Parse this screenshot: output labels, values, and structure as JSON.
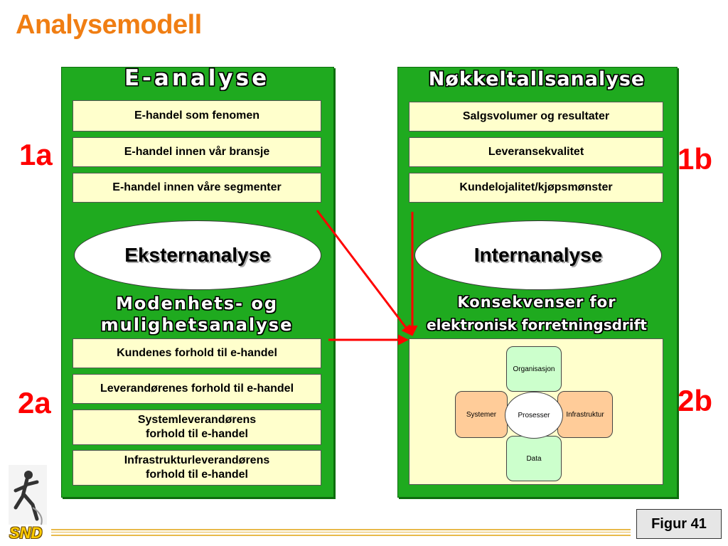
{
  "title": "Analysemodell",
  "left_panel": {
    "heading": "E-analyse",
    "top_boxes": [
      "E-handel som fenomen",
      "E-handel innen vår bransje",
      "E-handel innen våre segmenter"
    ],
    "ellipse": "Eksternanalyse",
    "subheading_line1": "Modenhets- og",
    "subheading_line2": "mulighetsanalyse",
    "bottom_boxes": [
      {
        "line1": "Kundenes forhold til e-handel",
        "line2": ""
      },
      {
        "line1": "Leverandørenes forhold til e-handel",
        "line2": ""
      },
      {
        "line1": "Systemleverandørens",
        "line2": "forhold til e-handel"
      },
      {
        "line1": "Infrastrukturleverandørens",
        "line2": "forhold til e-handel"
      }
    ]
  },
  "right_panel": {
    "heading": "Nøkkeltallsanalyse",
    "top_boxes": [
      "Salgsvolumer og resultater",
      "Leveransekvalitet",
      "Kundelojalitet/kjøpsmønster"
    ],
    "ellipse": "Internanalyse",
    "subheading_line1": "Konsekvenser for",
    "subheading_line2": "elektronisk forretningsdrift",
    "diagram": {
      "top": "Organisasjon",
      "left": "Systemer",
      "center": "Prosesser",
      "right": "Infrastruktur",
      "bottom": "Data"
    }
  },
  "labels": {
    "l1a": "1a",
    "l1b": "1b",
    "l2a": "2a",
    "l2b": "2b"
  },
  "logo_text": "SND",
  "figure_label": "Figur 41",
  "colors": {
    "title": "#f07e13",
    "panel": "#1faa1f",
    "box": "#ffffcc",
    "arrow": "#ff0000",
    "label": "#ff0000"
  }
}
